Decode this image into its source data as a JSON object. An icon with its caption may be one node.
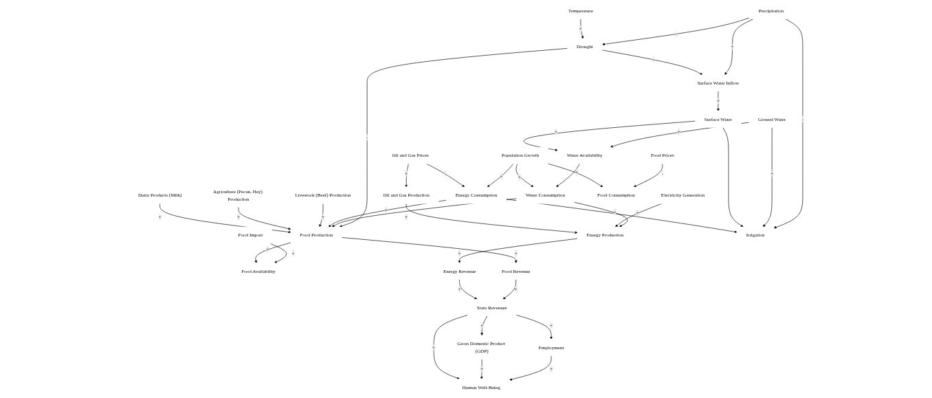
{
  "diagram": {
    "nodes": [
      {
        "text": [
          "Dairy Products (Milk)"
        ]
      },
      {
        "text": [
          "Agriculture (Pecan, Hay) Production"
        ]
      },
      {
        "text": [
          "Livestock (Beef) Production"
        ]
      },
      {
        "text": [
          "Oil and Gas Production"
        ]
      },
      {
        "text": [
          "Oil and Gas Prices"
        ]
      },
      {
        "text": [
          "Electricity Generation"
        ]
      },
      {
        "text": [
          "Food Production"
        ]
      },
      {
        "text": [
          "Energy Consumption"
        ]
      },
      {
        "text": [
          "Energy Production"
        ]
      },
      {
        "text": [
          "Food Availability"
        ]
      },
      {
        "text": [
          "Water Consumption"
        ]
      },
      {
        "text": [
          "Population Growth"
        ]
      },
      {
        "text": [
          "Energy Revenue"
        ]
      },
      {
        "text": [
          "Food Import"
        ]
      },
      {
        "text": [
          "Food Consumption"
        ]
      },
      {
        "text": [
          "Water Availability"
        ]
      },
      {
        "text": [
          "Food Revenue"
        ]
      },
      {
        "text": [
          "Food Prices"
        ]
      },
      {
        "text": [
          "Drought"
        ]
      },
      {
        "text": [
          "Surface Water Inflow"
        ]
      },
      {
        "text": [
          "Surface Water"
        ]
      },
      {
        "text": [
          "Ground Water"
        ]
      },
      {
        "text": [
          "State Revenues"
        ]
      },
      {
        "text": [
          "Gross Domestic Product (GDP)"
        ]
      },
      {
        "text": [
          "Irrigation"
        ]
      },
      {
        "text": [
          "Employment"
        ]
      },
      {
        "text": [
          "Human Well-Being"
        ]
      },
      {
        "text": [
          "Temperature"
        ]
      },
      {
        "text": [
          "Precipitation"
        ]
      }
    ],
    "edges": [
      {
        "from": 0,
        "to": 6,
        "arrow": "to",
        "label": "+"
      },
      {
        "from": 1,
        "to": 6,
        "arrow": "to",
        "label": "+"
      },
      {
        "from": 2,
        "to": 6,
        "arrow": "to",
        "label": "+"
      },
      {
        "from": 7,
        "to": 6,
        "arrow": "to",
        "label": "+"
      },
      {
        "from": 10,
        "to": 6,
        "arrow": "to"
      },
      {
        "from": 18,
        "to": 6,
        "arrow": "to",
        "label": "-"
      },
      {
        "from": 6,
        "to": 9,
        "arrow": "to",
        "label": "+"
      },
      {
        "from": 6,
        "to": 16,
        "arrow": "to",
        "label": "+"
      },
      {
        "from": 4,
        "to": 3,
        "arrow": "to",
        "label": "+"
      },
      {
        "from": 4,
        "to": 7,
        "arrow": "to",
        "label": "-"
      },
      {
        "from": 3,
        "to": 8,
        "arrow": "to",
        "label": "+"
      },
      {
        "from": 5,
        "to": 8,
        "arrow": "to",
        "label": "+"
      },
      {
        "from": 10,
        "to": 8,
        "arrow": "to",
        "label": "+"
      },
      {
        "from": 11,
        "to": 7,
        "arrow": "to",
        "label": "+"
      },
      {
        "from": 8,
        "to": 12,
        "arrow": "to",
        "label": "+"
      },
      {
        "from": 11,
        "to": 10,
        "arrow": "to",
        "label": "+"
      },
      {
        "from": 7,
        "to": 24,
        "arrow": "to"
      },
      {
        "from": 11,
        "to": 14,
        "arrow": "to",
        "label": "+"
      },
      {
        "from": 13,
        "to": 9,
        "arrow": "to",
        "label": "+"
      },
      {
        "from": 15,
        "to": 10,
        "arrow": "to"
      },
      {
        "from": 20,
        "to": 15,
        "arrow": "to",
        "label": "+"
      },
      {
        "from": 21,
        "to": 15,
        "arrow": "to",
        "label": "+"
      },
      {
        "from": 17,
        "to": 14,
        "arrow": "to",
        "label": "-"
      },
      {
        "from": 12,
        "to": 22,
        "arrow": "to",
        "label": "+"
      },
      {
        "from": 16,
        "to": 22,
        "arrow": "to",
        "label": "+"
      },
      {
        "from": 18,
        "to": 19,
        "arrow": "to",
        "label": "-"
      },
      {
        "from": 19,
        "to": 20,
        "arrow": "to",
        "label": "+"
      },
      {
        "from": 20,
        "to": 24,
        "arrow": "to"
      },
      {
        "from": 21,
        "to": 24,
        "arrow": "to",
        "label": "+"
      },
      {
        "from": 27,
        "to": 18,
        "arrow": "to",
        "label": "+"
      },
      {
        "from": 28,
        "to": 18,
        "arrow": "to",
        "label": "-"
      },
      {
        "from": 28,
        "to": 19,
        "arrow": "to",
        "label": "+"
      },
      {
        "from": 28,
        "to": 24,
        "arrow": "to",
        "label": "-"
      },
      {
        "from": 22,
        "to": 23,
        "arrow": "to",
        "label": "+"
      },
      {
        "from": 22,
        "to": 25,
        "arrow": "to",
        "label": "+"
      },
      {
        "from": 22,
        "to": 26,
        "arrow": "to",
        "label": "+"
      },
      {
        "from": 23,
        "to": 26,
        "arrow": "to",
        "label": "+"
      },
      {
        "from": 25,
        "to": 26,
        "arrow": "to",
        "label": "+"
      }
    ]
  }
}
